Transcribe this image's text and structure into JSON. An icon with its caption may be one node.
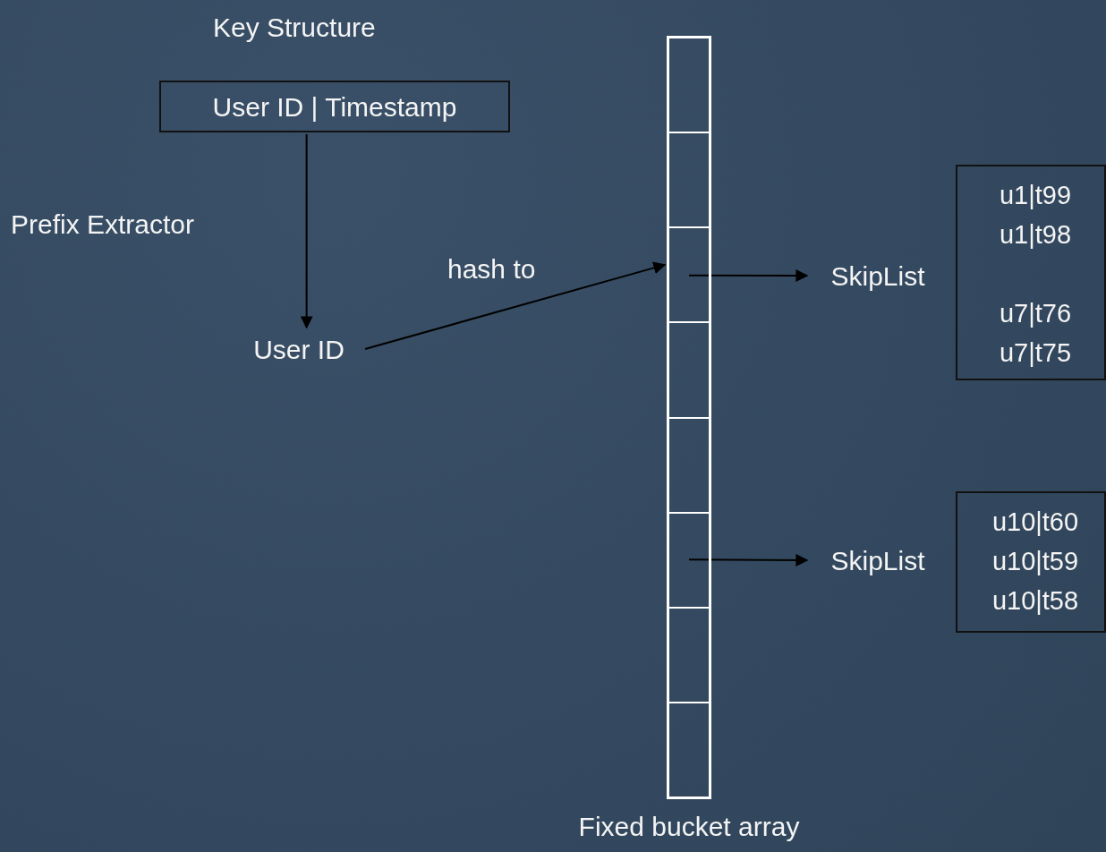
{
  "diagram": {
    "title": "Key Structure",
    "nodes": [
      {
        "text": [
          "User ID | Timestamp"
        ]
      },
      {
        "text": [
          "User ID"
        ]
      },
      {
        "text": [],
        "shape": "bar",
        "beside": [
          "Fixed bucket array"
        ]
      },
      {
        "text": [],
        "shape": "box",
        "in": 2
      },
      {
        "text": [],
        "shape": "box",
        "in": 2
      },
      {
        "text": [],
        "shape": "box",
        "in": 2
      },
      {
        "text": [],
        "shape": "box",
        "in": 2
      },
      {
        "text": [],
        "shape": "box",
        "in": 2
      },
      {
        "text": [],
        "shape": "box",
        "in": 2
      },
      {
        "text": [],
        "shape": "box",
        "in": 2
      },
      {
        "text": [],
        "shape": "box",
        "in": 2
      },
      {
        "text": [
          "SkipList"
        ]
      },
      {
        "text": [
          "u1|t99",
          "u1|t98",
          "u7|t76",
          "u7|t75"
        ]
      },
      {
        "text": [
          "SkipList"
        ]
      },
      {
        "text": [
          "u10|t60",
          "u10|t59",
          "u10|t58"
        ]
      }
    ],
    "edges": [
      {
        "from": 0,
        "to": 1,
        "arrow": "to",
        "label": "Prefix Extractor"
      },
      {
        "from": 1,
        "to": 2,
        "arrow": "to",
        "label": "hash to"
      },
      {
        "from": 5,
        "to": 11,
        "arrow": "to"
      },
      {
        "from": 8,
        "to": 13,
        "arrow": "to"
      }
    ]
  }
}
